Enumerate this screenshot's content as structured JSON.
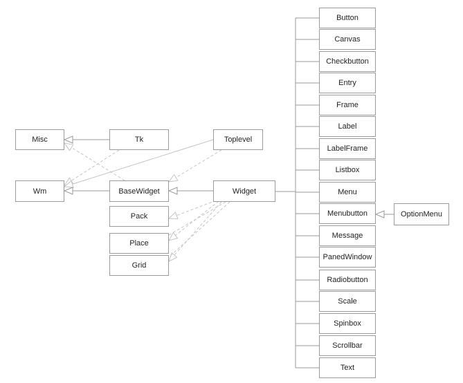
{
  "classes": {
    "misc": "Misc",
    "tk": "Tk",
    "toplevel": "Toplevel",
    "wm": "Wm",
    "basewidget": "BaseWidget",
    "widget": "Widget",
    "pack": "Pack",
    "place": "Place",
    "grid": "Grid",
    "optionmenu": "OptionMenu"
  },
  "widget_subclasses": [
    "Button",
    "Canvas",
    "Checkbutton",
    "Entry",
    "Frame",
    "Label",
    "LabelFrame",
    "Listbox",
    "Menu",
    "Menubutton",
    "Message",
    "PanedWindow",
    "Radiobutton",
    "Scale",
    "Spinbox",
    "Scrollbar",
    "Text"
  ],
  "colors": {
    "box_border": "#9a9a9a",
    "solid_line": "#9a9a9a",
    "dashed_line": "#c4c4c4",
    "text": "#222222"
  }
}
